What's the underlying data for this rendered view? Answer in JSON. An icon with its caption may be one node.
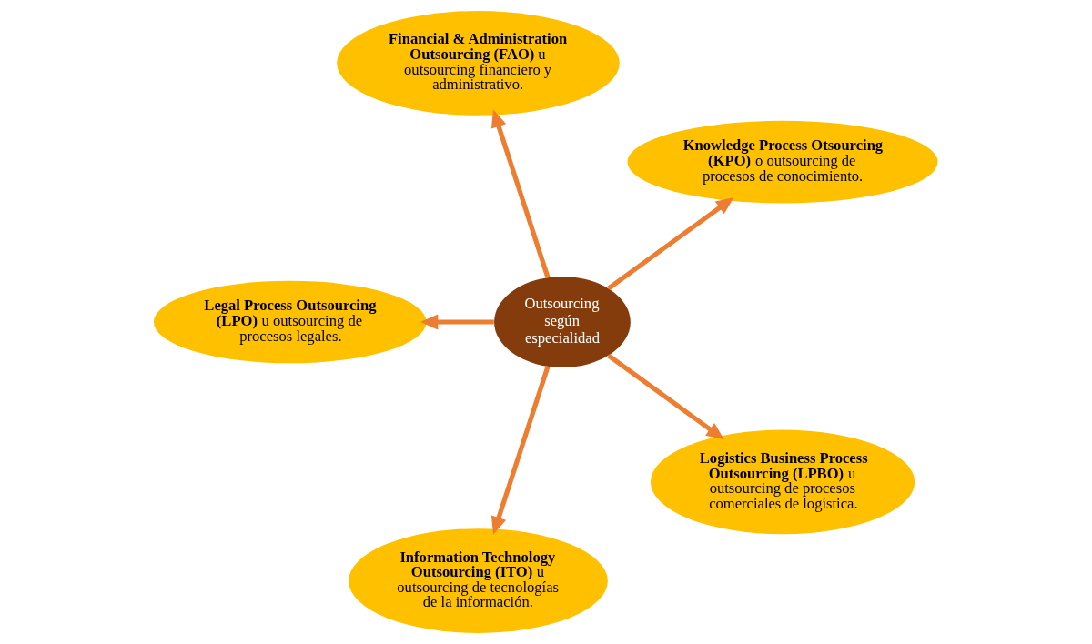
{
  "diagram": {
    "nodes": [
      {
        "text": [
          "**Knowledge Process Otsourcing (KPO)** o outsourcing de procesos de conocimiento."
        ]
      },
      {
        "text": [
          "**Financial & Administration Outsourcing (FAO)** u outsourcing financiero y administrativo."
        ]
      },
      {
        "text": [
          "**Legal Process Outsourcing (LPO)** u outsourcing de procesos legales."
        ]
      },
      {
        "text": [
          "Outsourcing según especialidad"
        ]
      },
      {
        "text": [
          "**Information Technology Outsourcing (ITO)** u outsourcing de tecnologías de la información."
        ]
      },
      {
        "text": [
          "**Logistics Business Process Outsourcing (LPBO)** u outsourcing de procesos comerciales de logística."
        ]
      }
    ],
    "edges": [
      {
        "from": 3,
        "to": 0,
        "arrow": "to"
      },
      {
        "from": 3,
        "to": 2,
        "arrow": "to"
      },
      {
        "from": 3,
        "to": 5,
        "arrow": "to"
      },
      {
        "from": 3,
        "to": 4,
        "arrow": "to"
      },
      {
        "from": 3,
        "to": 1,
        "arrow": "to"
      }
    ]
  }
}
